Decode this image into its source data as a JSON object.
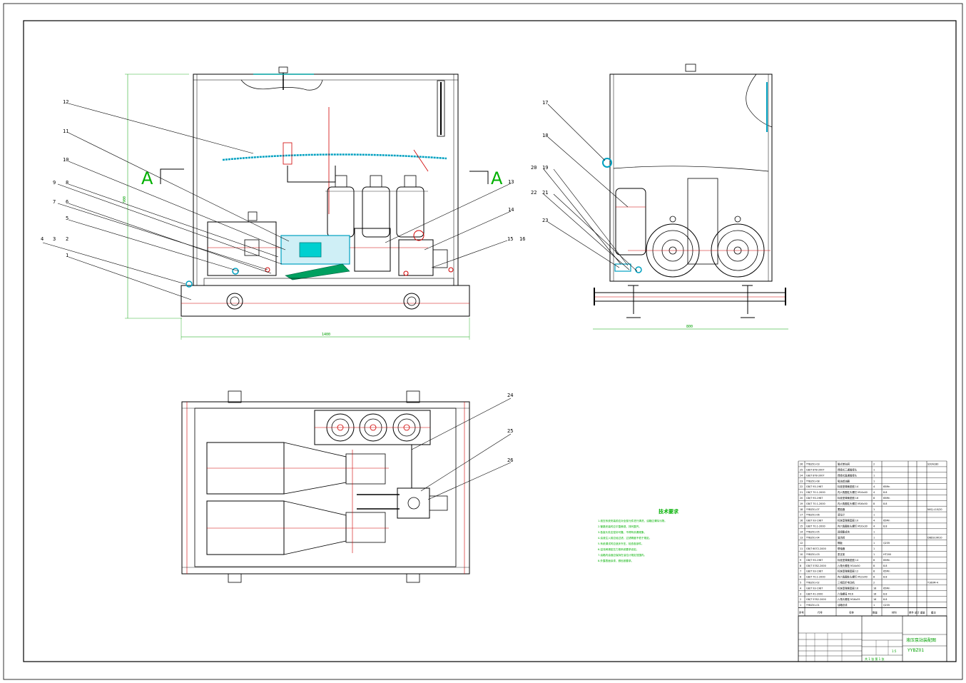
{
  "drawing": {
    "section_marks": [
      "A",
      "A"
    ],
    "dimensions": {
      "front_width": "1400",
      "front_height": "900",
      "side_width": "800"
    },
    "front_view_callouts": [
      "12",
      "11",
      "10",
      "9",
      "8",
      "7",
      "6",
      "5",
      "4",
      "3",
      "2",
      "1",
      "13",
      "14",
      "15",
      "16"
    ],
    "side_view_callouts": [
      "17",
      "18",
      "20",
      "19",
      "22",
      "21",
      "23"
    ],
    "plan_view_callouts": [
      "24",
      "25",
      "26"
    ]
  },
  "technical_requirements": {
    "title": "技术要求",
    "items": [
      "1.液压系统安装前应对全部元件进行清洗，油箱应清除污物。",
      "2.管路安装时应平整美观，排列整齐。",
      "3.各接头处应密封可靠，不得有渗漏现象。",
      "4.油液注入前应经过滤，过滤精度不低于规定。",
      "5.系统调试时应逐步升压，检查各部件。",
      "6.溢流阀调定压力按系统要求设定。",
      "7.油箱内油液应保持在油位计规定范围内。",
      "8.外露表面涂漆，颜色按要求。"
    ]
  },
  "bom": {
    "rows": [
      {
        "no": "26",
        "code": "YYBZ01-03",
        "name": "管式单向阀",
        "qty": "2",
        "material": "",
        "note": "S20A1B0"
      },
      {
        "no": "25",
        "code": "GB/T 878-2007",
        "name": "焊接式三通管接头",
        "qty": "1",
        "material": "",
        "note": ""
      },
      {
        "no": "24",
        "code": "GB/T 878-2007",
        "name": "焊接式直通管接头",
        "qty": "1",
        "material": "",
        "note": ""
      },
      {
        "no": "23",
        "code": "YYBZ01-08",
        "name": "吸油滤油器",
        "qty": "1",
        "material": "",
        "note": ""
      },
      {
        "no": "22",
        "code": "GB/T 93-1987",
        "name": "标准型弹簧垫圈 14",
        "qty": "4",
        "material": "65Mn",
        "note": ""
      },
      {
        "no": "21",
        "code": "GB/T 70.1-2000",
        "name": "内六角圆柱头螺钉 M14x40",
        "qty": "4",
        "material": "8.8",
        "note": ""
      },
      {
        "no": "20",
        "code": "GB/T 93-1987",
        "name": "标准型弹簧垫圈 16",
        "qty": "8",
        "material": "65Mn",
        "note": ""
      },
      {
        "no": "19",
        "code": "GB/T 70.1-2000",
        "name": "内六角圆柱头螺钉 M16x50",
        "qty": "8",
        "material": "8.8",
        "note": ""
      },
      {
        "no": "18",
        "code": "YYBZ01-07",
        "name": "蓄能器",
        "qty": "1",
        "material": "",
        "note": "NXQ-L10/20"
      },
      {
        "no": "17",
        "code": "YYBZ01-06",
        "name": "液位计",
        "qty": "1",
        "material": "",
        "note": ""
      },
      {
        "no": "16",
        "code": "GB/T 93-1987",
        "name": "标准型弹簧垫圈 10",
        "qty": "4",
        "material": "65Mn",
        "note": ""
      },
      {
        "no": "15",
        "code": "GB/T 70.1-2000",
        "name": "内六角圆柱头螺钉 M10x30",
        "qty": "4",
        "material": "8.8",
        "note": ""
      },
      {
        "no": "14",
        "code": "YYBZ01-05",
        "name": "阀组集成块",
        "qty": "1",
        "material": "",
        "note": ""
      },
      {
        "no": "13",
        "code": "YYBZ01-04",
        "name": "溢流阀",
        "qty": "1",
        "material": "",
        "note": "DBDS10K10"
      },
      {
        "no": "12",
        "code": "",
        "name": "隔板",
        "qty": "1",
        "material": "Q235",
        "note": ""
      },
      {
        "no": "11",
        "code": "GB/T 6072-2000",
        "name": "联轴器",
        "qty": "1",
        "material": "",
        "note": ""
      },
      {
        "no": "10",
        "code": "YYBZ01-03",
        "name": "泵支架",
        "qty": "1",
        "material": "HT200",
        "note": ""
      },
      {
        "no": "9",
        "code": "GB/T 93-1987",
        "name": "标准型弹簧垫圈 14",
        "qty": "8",
        "material": "65Mn",
        "note": ""
      },
      {
        "no": "8",
        "code": "GB/T 5782-2000",
        "name": "六角头螺栓 M14x50",
        "qty": "8",
        "material": "8.8",
        "note": ""
      },
      {
        "no": "7",
        "code": "GB/T 93-1987",
        "name": "标准型弹簧垫圈 12",
        "qty": "8",
        "material": "65Mn",
        "note": ""
      },
      {
        "no": "6",
        "code": "GB/T 70.1-2000",
        "name": "内六角圆柱头螺钉 M12x40",
        "qty": "8",
        "material": "8.8",
        "note": ""
      },
      {
        "no": "5",
        "code": "YYBZ01-02",
        "name": "三相异步电动机",
        "qty": "2",
        "material": "",
        "note": "Y160M-4"
      },
      {
        "no": "4",
        "code": "GB/T 93-1987",
        "name": "标准型弹簧垫圈 16",
        "qty": "16",
        "material": "65Mn",
        "note": ""
      },
      {
        "no": "3",
        "code": "GB/T 41-2000",
        "name": "六角螺母 M16",
        "qty": "16",
        "material": "8.8",
        "note": ""
      },
      {
        "no": "2",
        "code": "GB/T 5782-2000",
        "name": "六角头螺栓 M16x55",
        "qty": "16",
        "material": "8.8",
        "note": ""
      },
      {
        "no": "1",
        "code": "YYBZ01-01",
        "name": "油箱总成",
        "qty": "1",
        "material": "Q235",
        "note": ""
      }
    ],
    "header": {
      "no": "序号",
      "code": "代号",
      "name": "名称",
      "qty": "数量",
      "material": "材料",
      "weight": "单件 总计 重量",
      "note": "备注"
    }
  },
  "title_block": {
    "drawing_title": "液压泵站装配图",
    "drawing_number": "YYBZ01",
    "scale": "1:5",
    "sheet": "共 1 张 第 1 张"
  }
}
